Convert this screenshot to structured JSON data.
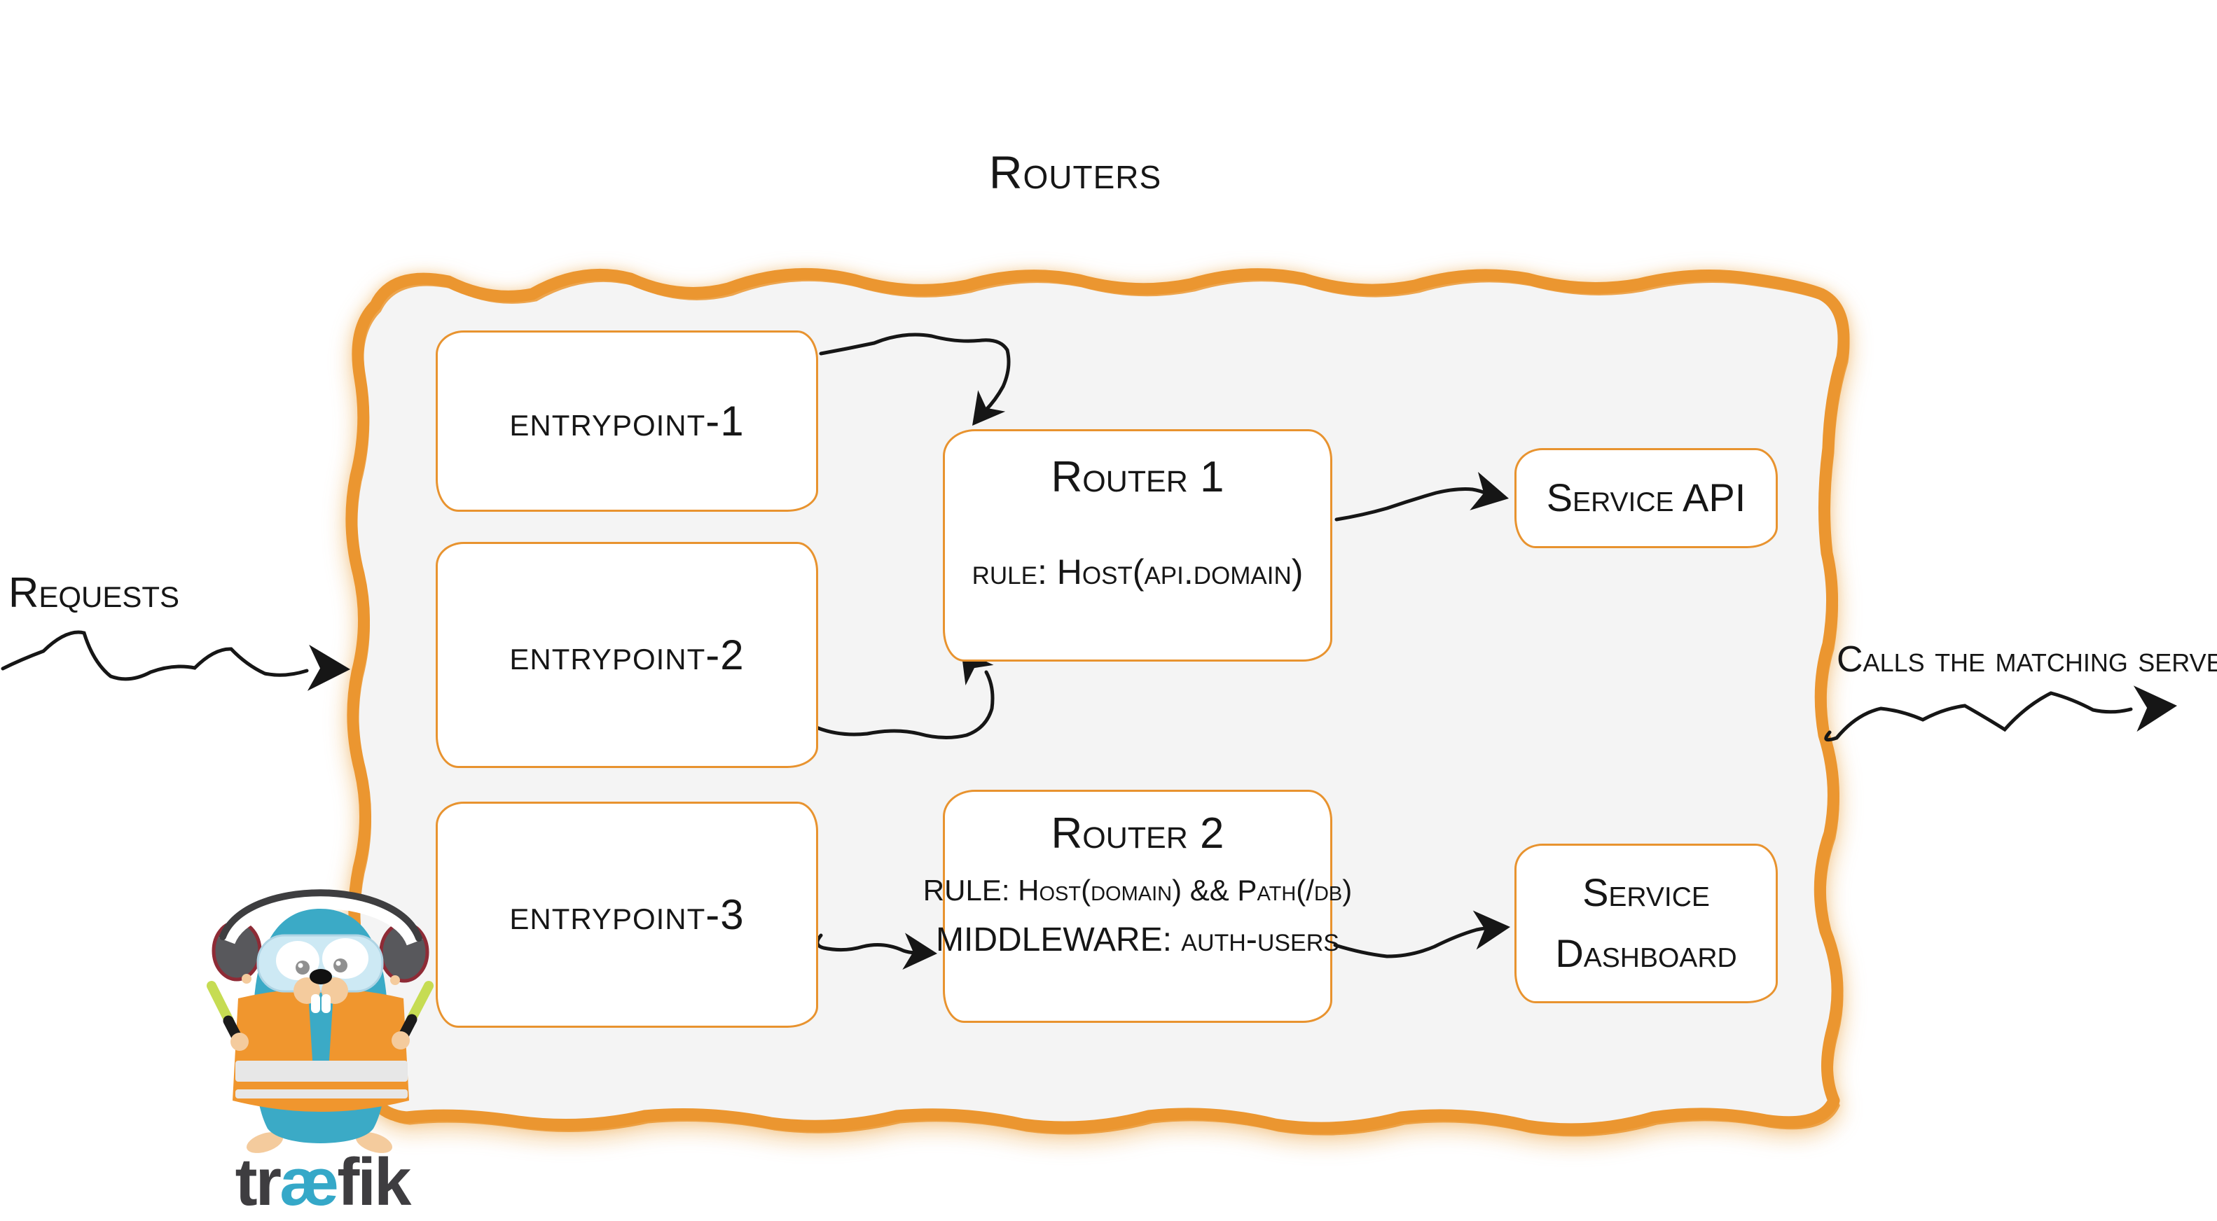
{
  "title": "Routers",
  "annotations": {
    "requests": "Requests",
    "calls": "Calls the matching server"
  },
  "entrypoints": [
    {
      "label": "entrypoint-1"
    },
    {
      "label": "entrypoint-2"
    },
    {
      "label": "entrypoint-3"
    }
  ],
  "routers": [
    {
      "name": "Router 1",
      "rule": "rule: Host(api.domain)"
    },
    {
      "name": "Router 2",
      "rule": "RULE: Host(domain) && Path(/db)",
      "middleware": "MIDDLEWARE: auth-users"
    }
  ],
  "services": [
    {
      "name": "Service API"
    },
    {
      "name": "Service Dashboard"
    }
  ],
  "logo": {
    "part1": "tr",
    "part2": "æ",
    "part3": "fik"
  },
  "colors": {
    "container_border": "#EB9630",
    "box_border": "#E8932F",
    "container_fill": "#F4F4F4",
    "ink": "#161616",
    "traefik_blue": "#3BAAC6",
    "vest_orange": "#F0962E",
    "baton_green": "#C6DC53",
    "skin": "#F4CB9D"
  }
}
